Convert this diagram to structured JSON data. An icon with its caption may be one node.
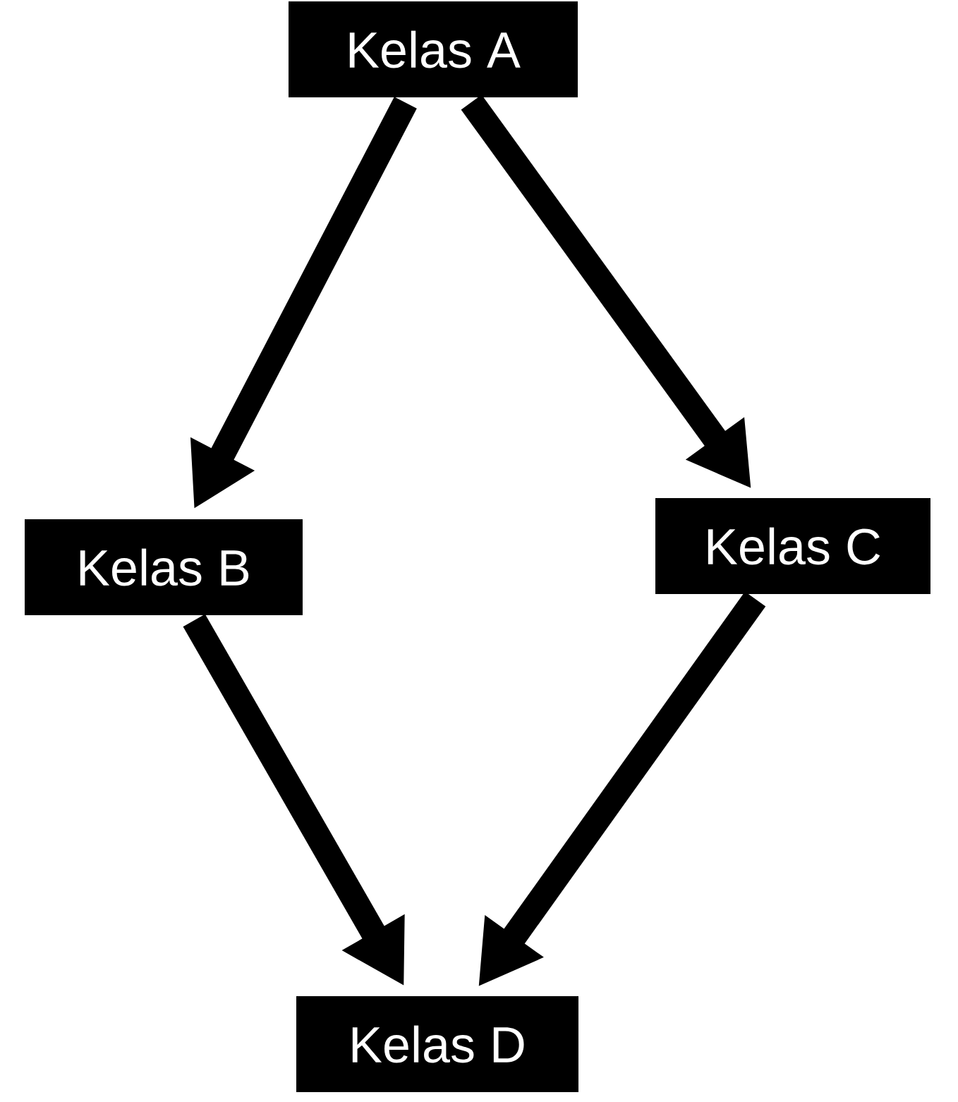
{
  "diagram": {
    "nodes": [
      {
        "text": [
          "Kelas A"
        ]
      },
      {
        "text": [
          "Kelas B"
        ]
      },
      {
        "text": [
          "Kelas C"
        ]
      },
      {
        "text": [
          "Kelas D"
        ]
      }
    ],
    "edges": [
      {
        "from": 0,
        "to": 1,
        "arrow": "to"
      },
      {
        "from": 0,
        "to": 2,
        "arrow": "to"
      },
      {
        "from": 1,
        "to": 3,
        "arrow": "to"
      },
      {
        "from": 2,
        "to": 3,
        "arrow": "to"
      }
    ]
  }
}
